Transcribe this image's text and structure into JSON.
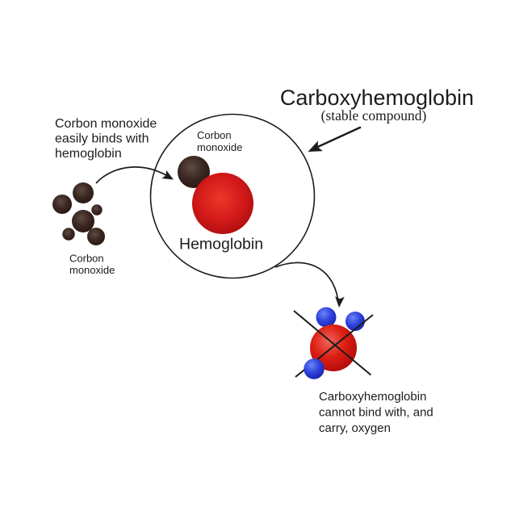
{
  "colors": {
    "ink": "#1c1c1c",
    "hemoglobin_red": "#d41a1a",
    "carbon_monoxide_brown": "#3a2721",
    "oxygen_blue": "#2f41dd",
    "background": "#ffffff"
  },
  "title": {
    "text": "Carboxyhemoglobin",
    "subtitle": "(stable compound)"
  },
  "left_note": {
    "line1": "Corbon monoxide",
    "line2": "easily binds with",
    "line3": "hemoglobin"
  },
  "co_cluster": {
    "label_line1": "Corbon",
    "label_line2": "monoxide"
  },
  "magnified_view": {
    "co_label_line1": "Corbon",
    "co_label_line2": "monoxide",
    "hemoglobin_label": "Hemoglobin"
  },
  "bottom_note": {
    "line1": "Carboxyhemoglobin",
    "line2": "cannot bind with, and",
    "line3": "carry, oxygen"
  }
}
